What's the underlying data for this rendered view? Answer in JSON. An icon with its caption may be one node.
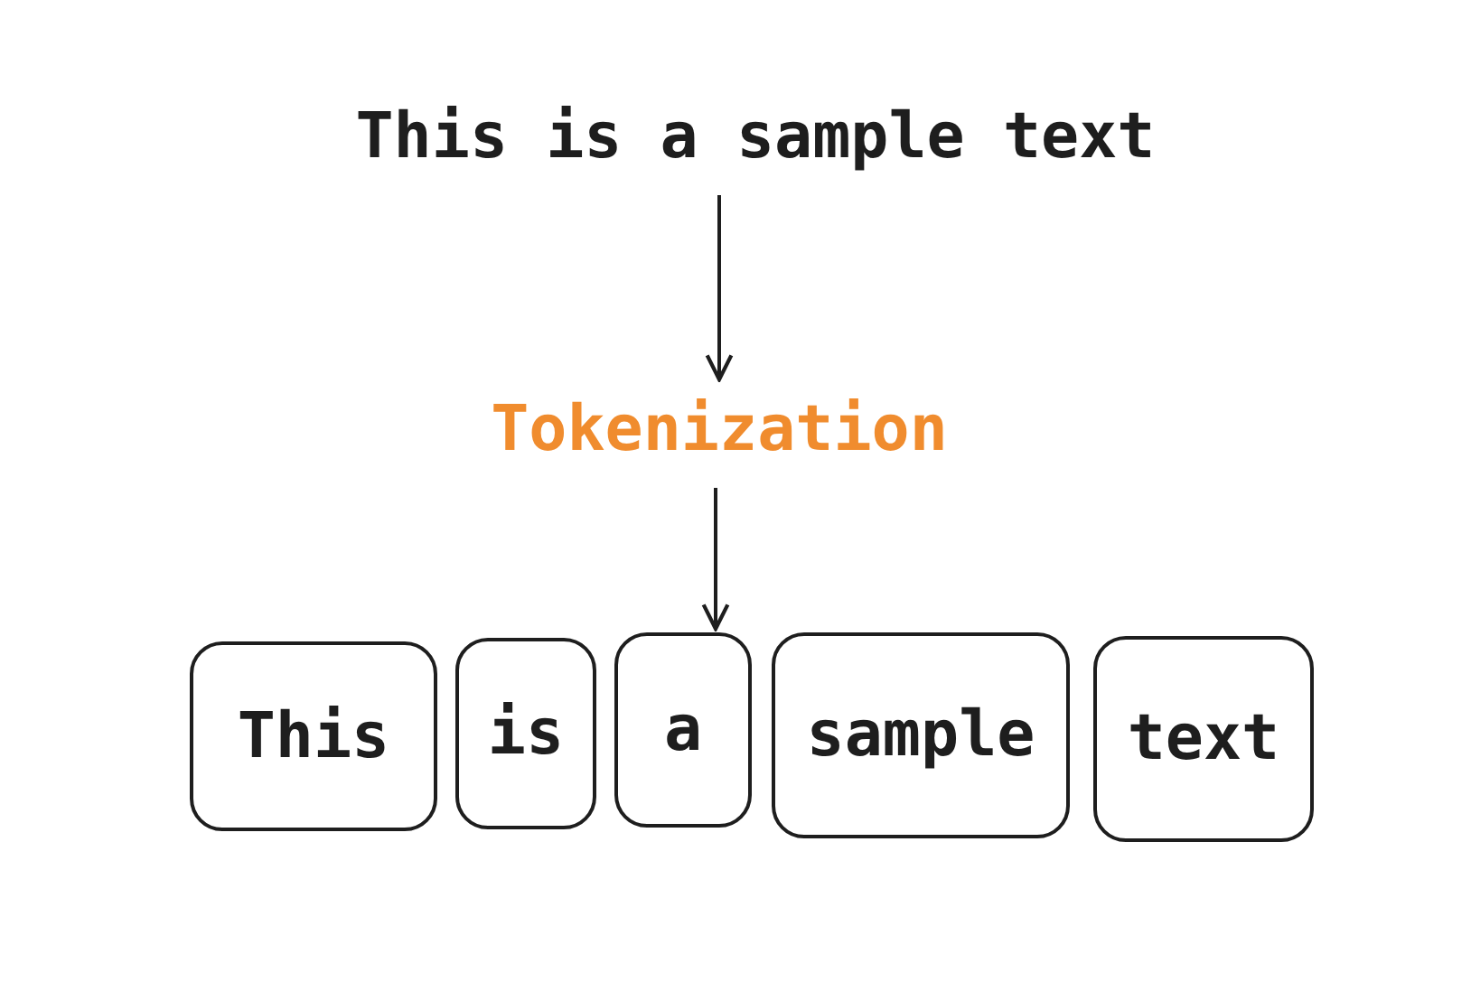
{
  "diagram": {
    "nodes": [
      {
        "text": [
          "This is a sample text"
        ]
      },
      {
        "text": [
          "Tokenization"
        ]
      },
      {
        "text": [
          "This"
        ]
      },
      {
        "text": [
          "is"
        ]
      },
      {
        "text": [
          "a"
        ]
      },
      {
        "text": [
          "sample"
        ]
      },
      {
        "text": [
          "text"
        ]
      }
    ],
    "edges": [
      {
        "from": 0,
        "to": 1,
        "arrow": "to"
      },
      {
        "from": 1,
        "to": 4,
        "arrow": "to"
      }
    ]
  }
}
